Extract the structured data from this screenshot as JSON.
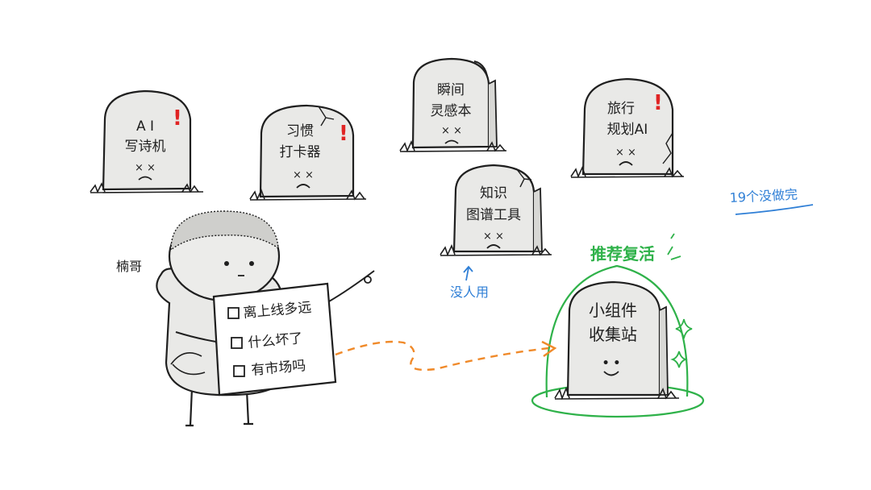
{
  "colors": {
    "ink": "#1f1f1f",
    "stone": "#e9e9e7",
    "stone_shade": "#d8d8d5",
    "alert_red": "#e02424",
    "annotation_blue": "#2f7fd6",
    "revive_green": "#2fb24a",
    "arrow_orange": "#f08a2a"
  },
  "tombstones": [
    {
      "line1": "A I",
      "line2": "写诗机",
      "face": "× ×",
      "mark": "!"
    },
    {
      "line1": "习惯",
      "line2": "打卡器",
      "face": "× ×",
      "mark": "!"
    },
    {
      "line1": "瞬间",
      "line2": "灵感本",
      "face": "× ×",
      "mark": ""
    },
    {
      "line1": "知识",
      "line2": "图谱工具",
      "face": "× ×",
      "mark": ""
    },
    {
      "line1": "旅行",
      "line2": "规划AI",
      "face": "× ×",
      "mark": "!"
    }
  ],
  "revived": {
    "line1": "小组件",
    "line2": "收集站",
    "face": "• •",
    "label": "推荐复活"
  },
  "annotations": {
    "unused": "没人用",
    "count": "19个没做完"
  },
  "character": {
    "name": "楠哥",
    "checklist": [
      "离上线多远",
      "什么坏了",
      "有市场吗"
    ]
  }
}
